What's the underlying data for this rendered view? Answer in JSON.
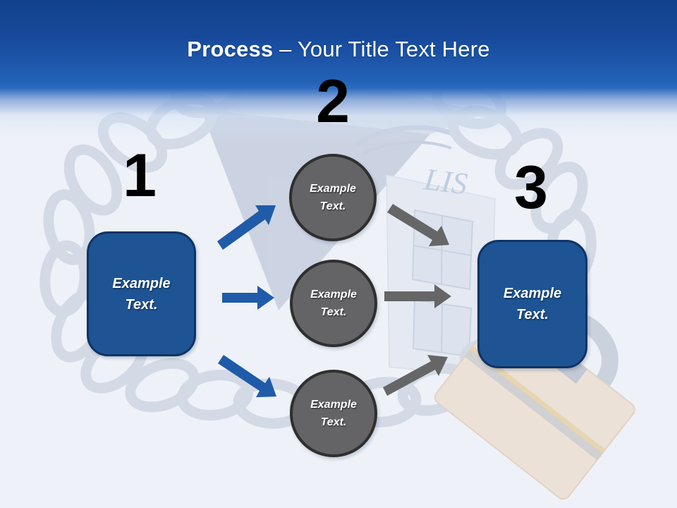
{
  "title": {
    "bold_text": "Process",
    "regular_text": "– Your Title Text Here"
  },
  "steps": {
    "step1": {
      "number": "1",
      "box_label": "Example\nText."
    },
    "step2": {
      "number": "2",
      "circle_labels": [
        "Example\nText.",
        "Example\nText.",
        "Example\nText."
      ]
    },
    "step3": {
      "number": "3",
      "box_label": "Example\nText."
    }
  },
  "watermark": {
    "house_logo_text": "LIS"
  },
  "colors": {
    "header_top": "#11418C",
    "header_mid": "#2263B8",
    "page_bg": "#EEF2F8",
    "box_fill": "#1E5493",
    "box_border": "#0E3367",
    "circle_fill": "#646467",
    "circle_border": "#2F2F2F",
    "arrow_blue": "#1F5BA8",
    "arrow_gray": "#666666",
    "number_color": "#000000",
    "title_color": "#FFFFFF",
    "label_color": "#FFFFFF"
  }
}
